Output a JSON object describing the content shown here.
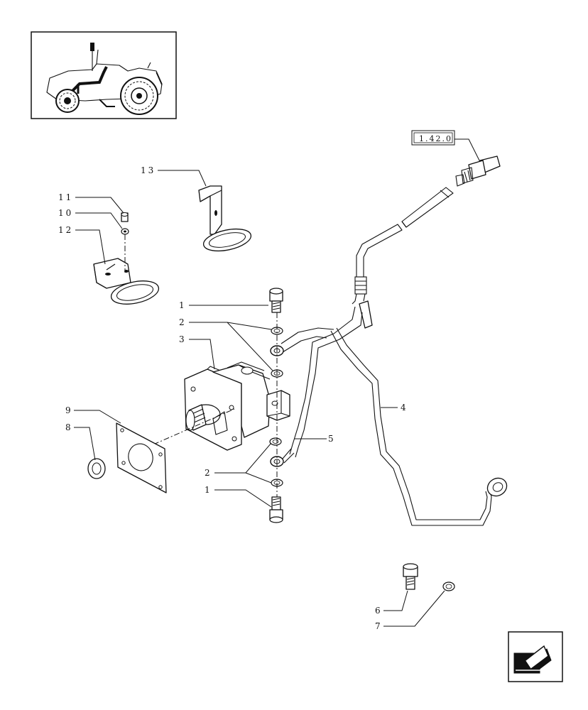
{
  "ref_box": "1.42.0",
  "callouts": {
    "c1a": "1",
    "c2a": "2",
    "c3": "3",
    "c4": "4",
    "c5": "5",
    "c2b": "2",
    "c1b": "1",
    "c6": "6",
    "c7": "7",
    "c8": "8",
    "c9": "9",
    "c10": "10",
    "c11": "11",
    "c12": "12",
    "c13": "13"
  },
  "icons": {
    "thumbnail": "tractor-thumbnail-icon",
    "nav": "back-arrow-icon"
  }
}
